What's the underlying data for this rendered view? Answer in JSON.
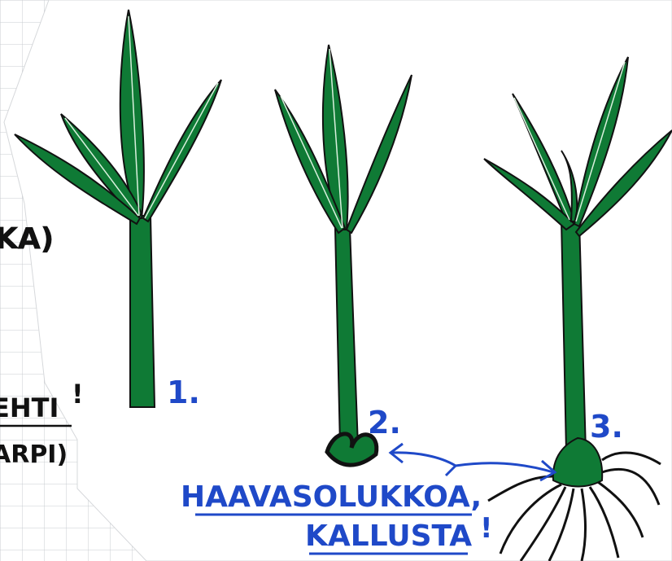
{
  "colors": {
    "paper_grid": "#c9ccd0",
    "paper_cutout": "#ffffff",
    "leaf_green": "#0f7a35",
    "ink_black": "#111111",
    "ink_blue": "#1f49c8"
  },
  "left_edge_fragments": {
    "top": "KA)",
    "middle": "EHTI",
    "middle_mark": "!",
    "bottom": "ARPI)"
  },
  "stages": [
    {
      "number": "1.",
      "icon": "cut-stem-seedling-icon"
    },
    {
      "number": "2.",
      "icon": "seedling-with-seed-icon"
    },
    {
      "number": "3.",
      "icon": "rooted-seedling-icon"
    }
  ],
  "annotation": {
    "line1": "HAAVASOLUKKOA,",
    "line2": "KALLUSTA",
    "mark": "!"
  }
}
